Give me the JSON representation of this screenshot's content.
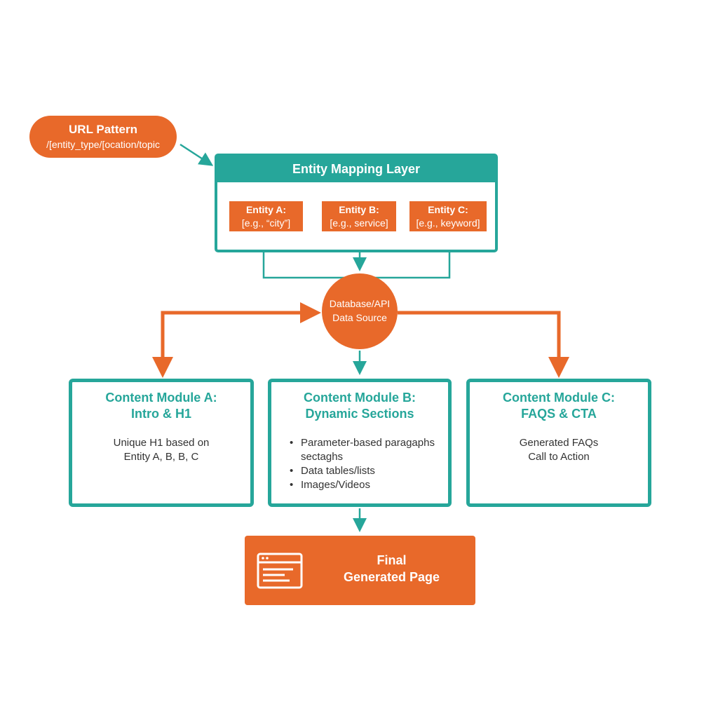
{
  "colors": {
    "teal": "#26a69a",
    "orange": "#e8692a",
    "text": "#333333"
  },
  "url_pattern": {
    "title": "URL Pattern",
    "pattern": "/[entity_type/[ocation/topic"
  },
  "entity_layer": {
    "title": "Entity Mapping Layer",
    "entities": [
      {
        "name": "Entity A:",
        "example": "[e.g., “city”]"
      },
      {
        "name": "Entity B:",
        "example": "[e.g., service]"
      },
      {
        "name": "Entity C:",
        "example": "[e.g., keyword]"
      }
    ]
  },
  "data_source": {
    "line1": "Database/API",
    "line2": "Data Source"
  },
  "modules": {
    "a": {
      "title1": "Content Module A:",
      "title2": "Intro & H1",
      "body1": "Unique H1 based on",
      "body2": "Entity A, B, B, C"
    },
    "b": {
      "title1": "Content Module B:",
      "title2": "Dynamic Sections",
      "bullets": [
        "Parameter-based paragaphs",
        "Data tables/lists",
        "Images/Videos"
      ],
      "bullet1_cont": "sectaghs"
    },
    "c": {
      "title1": "Content Module C:",
      "title2": "FAQS & CTA",
      "body1": "Generated FAQs",
      "body2": "Call to Action"
    }
  },
  "final": {
    "line1": "Final",
    "line2": "Generated Page",
    "icon": "browser-window-icon"
  }
}
